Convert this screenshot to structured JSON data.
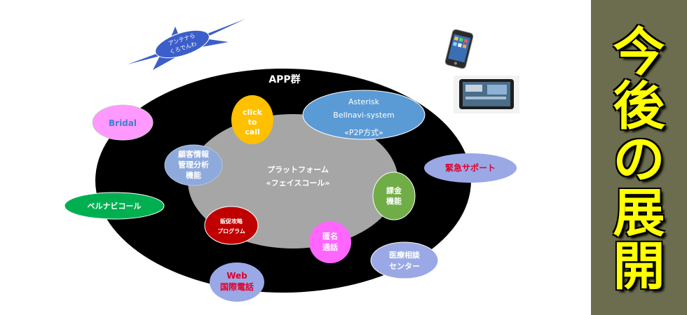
{
  "outer_ring": {
    "label": "APP群"
  },
  "platform": {
    "line1": "プラットフォーム",
    "line2": "«フェイスコール»"
  },
  "badge": {
    "line1": "アンテナら",
    "line2": "くろでんわ"
  },
  "inner_nodes": [
    {
      "id": "click-to-call",
      "lines": [
        "click",
        "to",
        "call"
      ],
      "color": "#ffc000",
      "text_color": "#ffffff"
    },
    {
      "id": "asterisk",
      "lines": [
        "Asterisk",
        "Bellnavi-system",
        "«P2P方式»"
      ],
      "color": "#5b9bd5",
      "text_color": "#ffffff"
    },
    {
      "id": "customer-analysis",
      "lines": [
        "顧客情報",
        "管理分析",
        "機能"
      ],
      "color": "#8ea9db",
      "text_color": "#ffffff"
    },
    {
      "id": "billing",
      "lines": [
        "課金",
        "機能"
      ],
      "color": "#70ad47",
      "text_color": "#ffffff"
    },
    {
      "id": "promotion",
      "lines": [
        "販促攻略",
        "プログラム"
      ],
      "color": "#c00000",
      "text_color": "#ffffff"
    },
    {
      "id": "anonymous-call",
      "lines": [
        "匿名",
        "通話"
      ],
      "color": "#ff66ff",
      "text_color": "#ffffff"
    }
  ],
  "outer_nodes": [
    {
      "id": "bridal",
      "lines": [
        "Bridal"
      ],
      "color": "#ff99ff",
      "text_color": "#3a7fd5"
    },
    {
      "id": "bellnavi-call",
      "lines": [
        "ベルナビコール"
      ],
      "color": "#00b050",
      "text_color": "#ffffff"
    },
    {
      "id": "emergency-support",
      "lines": [
        "緊急サポート"
      ],
      "color": "#9aa8e6",
      "text_color": "#e0002a"
    },
    {
      "id": "medical-center",
      "lines": [
        "医療相談",
        "センター"
      ],
      "color": "#9aa8e6",
      "text_color": "#ffffff"
    },
    {
      "id": "web-intl-call",
      "lines": [
        "Web",
        "国際電話"
      ],
      "color": "#9aa8e6",
      "text_color": "#e0002a"
    }
  ],
  "side_title": {
    "chars": [
      "今",
      "後",
      "の",
      "展",
      "開"
    ]
  },
  "colors": {
    "ring": "#000000",
    "platform": "#a6a6a6",
    "badge": "#3b5ec9",
    "panel": "#6b6d4e",
    "title": "#ffff00"
  }
}
